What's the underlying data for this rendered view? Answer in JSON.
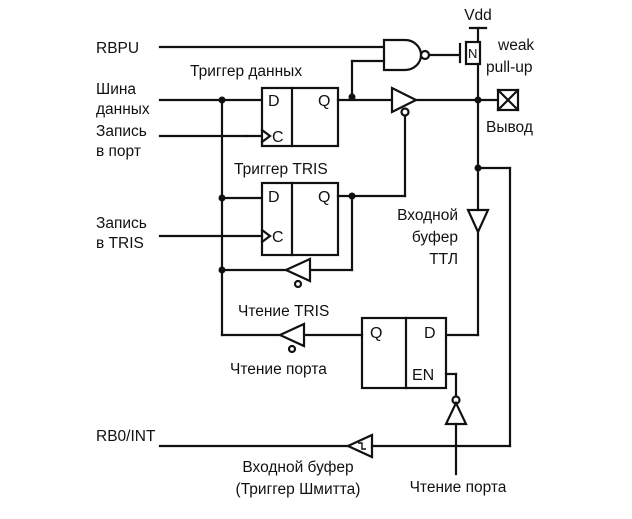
{
  "labels": {
    "vdd": "Vdd",
    "rbpu": "RBPU",
    "weak": "weak",
    "pullup": "pull-up",
    "data_bus_1": "Шина",
    "data_bus_2": "данных",
    "write_port_1": "Запись",
    "write_port_2": "в порт",
    "data_latch": "Триггер данных",
    "tris_latch": "Триггер TRIS",
    "pin_out": "Вывод",
    "write_tris_1": "Запись",
    "write_tris_2": "в TRIS",
    "ttl_1": "Входной",
    "ttl_2": "буфер",
    "ttl_3": "ТТЛ",
    "read_tris": "Чтение TRIS",
    "read_port_1": "Чтение порта",
    "read_port_2": "Чтение порта",
    "rb0": "RB0/INT",
    "schmitt_1": "Входной буфер",
    "schmitt_2": "(Триггер Шмитта)",
    "pin_d1": "D",
    "pin_q1": "Q",
    "pin_c1": "C",
    "pin_d2": "D",
    "pin_q2": "Q",
    "pin_c2": "C",
    "pin_q3": "Q",
    "pin_d3": "D",
    "pin_en": "EN",
    "pin_n": "N"
  }
}
